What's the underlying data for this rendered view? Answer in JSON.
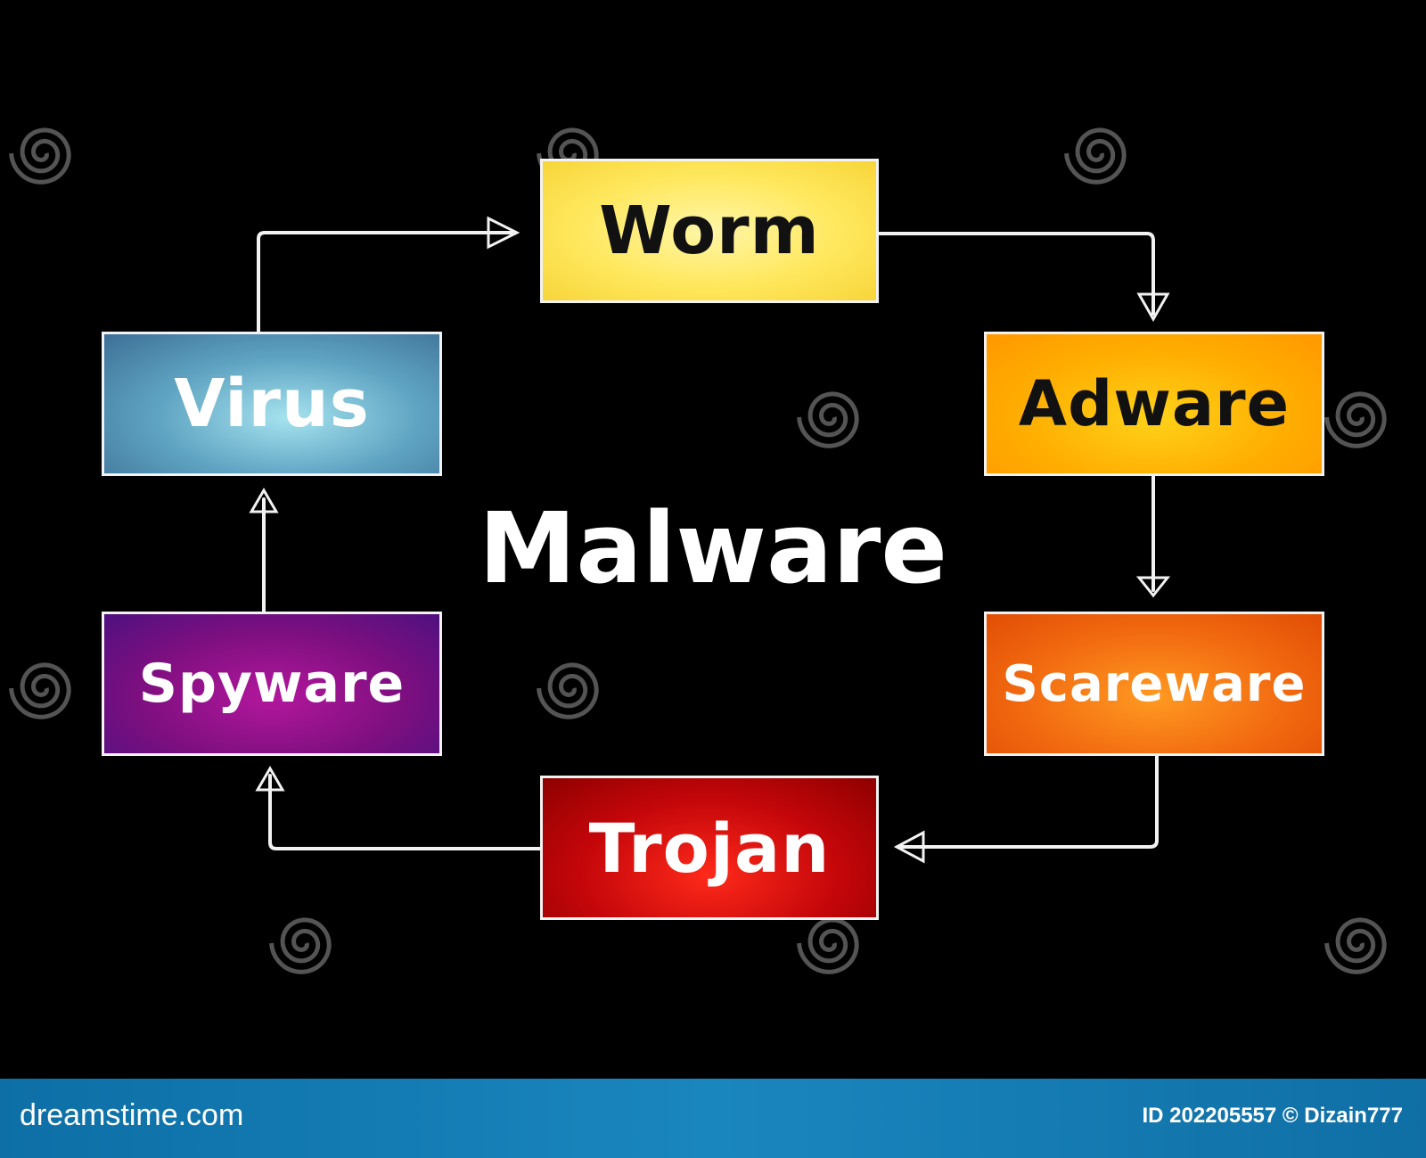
{
  "diagram": {
    "title": "Malware",
    "nodes": [
      {
        "id": "worm",
        "label": "Worm",
        "color": "#ffe85e"
      },
      {
        "id": "adware",
        "label": "Adware",
        "color": "#ffae00"
      },
      {
        "id": "scareware",
        "label": "Scareware",
        "color": "#f26a10"
      },
      {
        "id": "trojan",
        "label": "Trojan",
        "color": "#c4060a"
      },
      {
        "id": "spyware",
        "label": "Spyware",
        "color": "#7e0f80"
      },
      {
        "id": "virus",
        "label": "Virus",
        "color": "#5fa4c2"
      }
    ],
    "edges": [
      {
        "from": "virus",
        "to": "worm"
      },
      {
        "from": "worm",
        "to": "adware"
      },
      {
        "from": "adware",
        "to": "scareware"
      },
      {
        "from": "scareware",
        "to": "trojan"
      },
      {
        "from": "trojan",
        "to": "spyware"
      },
      {
        "from": "spyware",
        "to": "virus"
      }
    ]
  },
  "watermark": {
    "text": "dreamstime",
    "icon": "spiral-icon"
  },
  "footer": {
    "site": "dreamstime.com",
    "id_credit": "ID 202205557 © Dizain777"
  },
  "colors": {
    "background": "#000000",
    "footer": "#1a86be",
    "line": "#f2f2f2"
  }
}
